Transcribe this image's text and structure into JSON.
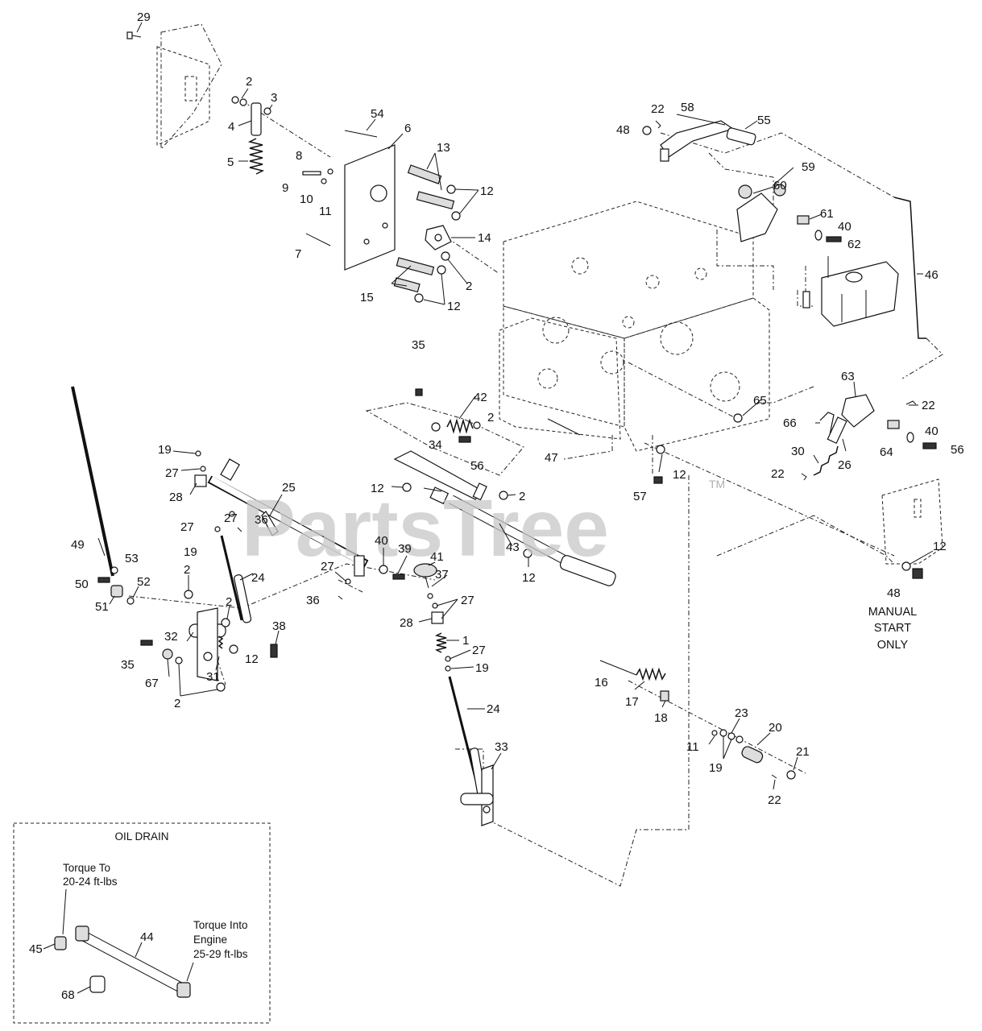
{
  "watermark": {
    "text": "PartsTree",
    "tm": "TM"
  },
  "note_manual_start": [
    "MANUAL",
    "START",
    "ONLY"
  ],
  "inset": {
    "title": "OIL DRAIN",
    "note_torque_to": [
      "Torque To",
      "20-24 ft-lbs"
    ],
    "note_torque_into": [
      "Torque Into",
      "Engine",
      "25-29 ft-lbs"
    ]
  },
  "callouts": [
    {
      "id": "c29",
      "text": "29"
    },
    {
      "id": "c2a",
      "text": "2"
    },
    {
      "id": "c3",
      "text": "3"
    },
    {
      "id": "c4",
      "text": "4"
    },
    {
      "id": "c5",
      "text": "5"
    },
    {
      "id": "c54",
      "text": "54"
    },
    {
      "id": "c6",
      "text": "6"
    },
    {
      "id": "c13",
      "text": "13"
    },
    {
      "id": "c8",
      "text": "8"
    },
    {
      "id": "c9",
      "text": "9"
    },
    {
      "id": "c10",
      "text": "10"
    },
    {
      "id": "c11a",
      "text": "11"
    },
    {
      "id": "c12a",
      "text": "12"
    },
    {
      "id": "c14",
      "text": "14"
    },
    {
      "id": "c7",
      "text": "7"
    },
    {
      "id": "c2b",
      "text": "2"
    },
    {
      "id": "c15",
      "text": "15"
    },
    {
      "id": "c12b",
      "text": "12"
    },
    {
      "id": "c22a",
      "text": "22"
    },
    {
      "id": "c58",
      "text": "58"
    },
    {
      "id": "c55",
      "text": "55"
    },
    {
      "id": "c48a",
      "text": "48"
    },
    {
      "id": "c59",
      "text": "59"
    },
    {
      "id": "c60",
      "text": "60"
    },
    {
      "id": "c61",
      "text": "61"
    },
    {
      "id": "c40a",
      "text": "40"
    },
    {
      "id": "c62",
      "text": "62"
    },
    {
      "id": "c46",
      "text": "46"
    },
    {
      "id": "c35a",
      "text": "35"
    },
    {
      "id": "c42",
      "text": "42"
    },
    {
      "id": "c2c",
      "text": "2"
    },
    {
      "id": "c34",
      "text": "34"
    },
    {
      "id": "c56a",
      "text": "56"
    },
    {
      "id": "c47",
      "text": "47"
    },
    {
      "id": "c65",
      "text": "65"
    },
    {
      "id": "c63",
      "text": "63"
    },
    {
      "id": "c22b",
      "text": "22"
    },
    {
      "id": "c66",
      "text": "66"
    },
    {
      "id": "c40b",
      "text": "40"
    },
    {
      "id": "c64",
      "text": "64"
    },
    {
      "id": "c56b",
      "text": "56"
    },
    {
      "id": "c26",
      "text": "26"
    },
    {
      "id": "c30",
      "text": "30"
    },
    {
      "id": "c22c",
      "text": "22"
    },
    {
      "id": "c12c",
      "text": "12"
    },
    {
      "id": "c57",
      "text": "57"
    },
    {
      "id": "c12d",
      "text": "12"
    },
    {
      "id": "c48b",
      "text": "48"
    },
    {
      "id": "c19a",
      "text": "19"
    },
    {
      "id": "c27a",
      "text": "27"
    },
    {
      "id": "c28a",
      "text": "28"
    },
    {
      "id": "c25",
      "text": "25"
    },
    {
      "id": "c27b",
      "text": "27"
    },
    {
      "id": "c36a",
      "text": "36"
    },
    {
      "id": "c27c",
      "text": "27"
    },
    {
      "id": "c19b",
      "text": "19"
    },
    {
      "id": "c49",
      "text": "49"
    },
    {
      "id": "c53",
      "text": "53"
    },
    {
      "id": "c50",
      "text": "50"
    },
    {
      "id": "c51",
      "text": "51"
    },
    {
      "id": "c52",
      "text": "52"
    },
    {
      "id": "c2d",
      "text": "2"
    },
    {
      "id": "c24a",
      "text": "24"
    },
    {
      "id": "c2e",
      "text": "2"
    },
    {
      "id": "c32",
      "text": "32"
    },
    {
      "id": "c31",
      "text": "31"
    },
    {
      "id": "c12e",
      "text": "12"
    },
    {
      "id": "c38",
      "text": "38"
    },
    {
      "id": "c35b",
      "text": "35"
    },
    {
      "id": "c67",
      "text": "67"
    },
    {
      "id": "c2f",
      "text": "2"
    },
    {
      "id": "c12f",
      "text": "12"
    },
    {
      "id": "c2g",
      "text": "2"
    },
    {
      "id": "c43",
      "text": "43"
    },
    {
      "id": "c12g",
      "text": "12"
    },
    {
      "id": "c40c",
      "text": "40"
    },
    {
      "id": "c39",
      "text": "39"
    },
    {
      "id": "c41",
      "text": "41"
    },
    {
      "id": "c37",
      "text": "37"
    },
    {
      "id": "c27d",
      "text": "27"
    },
    {
      "id": "c36b",
      "text": "36"
    },
    {
      "id": "c28b",
      "text": "28"
    },
    {
      "id": "c27e",
      "text": "27"
    },
    {
      "id": "c1",
      "text": "1"
    },
    {
      "id": "c27f",
      "text": "27"
    },
    {
      "id": "c19c",
      "text": "19"
    },
    {
      "id": "c24b",
      "text": "24"
    },
    {
      "id": "c33",
      "text": "33"
    },
    {
      "id": "c16",
      "text": "16"
    },
    {
      "id": "c17",
      "text": "17"
    },
    {
      "id": "c18",
      "text": "18"
    },
    {
      "id": "c23",
      "text": "23"
    },
    {
      "id": "c20",
      "text": "20"
    },
    {
      "id": "c11b",
      "text": "11"
    },
    {
      "id": "c19d",
      "text": "19"
    },
    {
      "id": "c21",
      "text": "21"
    },
    {
      "id": "c22d",
      "text": "22"
    },
    {
      "id": "c45",
      "text": "45"
    },
    {
      "id": "c44",
      "text": "44"
    },
    {
      "id": "c68",
      "text": "68"
    }
  ]
}
